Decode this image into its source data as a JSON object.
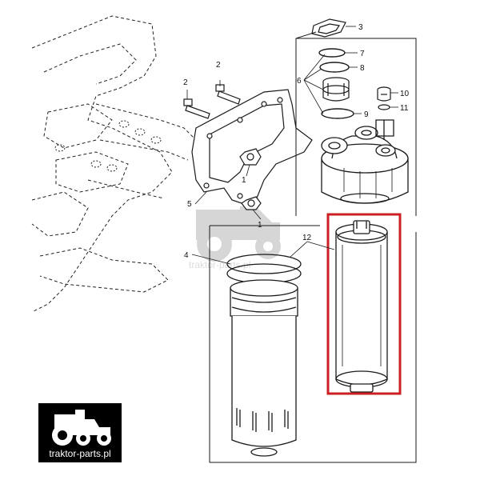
{
  "diagram": {
    "callouts": [
      "1",
      "1",
      "2",
      "2",
      "3",
      "4",
      "5",
      "6",
      "7",
      "8",
      "9",
      "10",
      "11",
      "12"
    ],
    "watermark": "traktor-parts.pl",
    "logo_caption": "traktor-parts.pl",
    "highlight_color": "#cc1f24",
    "line_color": "#1a1a1a"
  }
}
